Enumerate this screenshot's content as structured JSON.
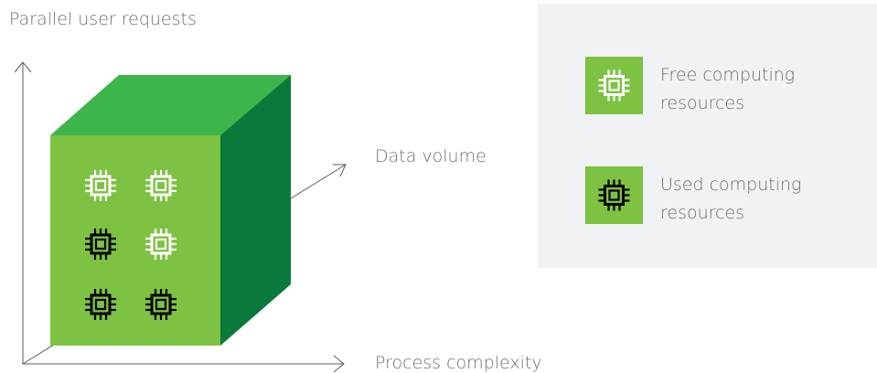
{
  "axes": {
    "y_label": "Parallel user requests",
    "z_label": "Data volume",
    "x_label": "Process complexity"
  },
  "cube": {
    "colors": {
      "front": "#7dc242",
      "top": "#3cb54a",
      "side": "#0a7a3a"
    },
    "chips": [
      {
        "state": "free",
        "icon": "chip-free-icon"
      },
      {
        "state": "free",
        "icon": "chip-free-icon"
      },
      {
        "state": "used",
        "icon": "chip-used-icon"
      },
      {
        "state": "free",
        "icon": "chip-free-icon"
      },
      {
        "state": "used",
        "icon": "chip-used-icon"
      },
      {
        "state": "used",
        "icon": "chip-used-icon"
      }
    ]
  },
  "legend": {
    "free": {
      "label": "Free computing resources",
      "icon": "chip-free-icon",
      "color": "#ffffff"
    },
    "used": {
      "label": "Used computing resources",
      "icon": "chip-used-icon",
      "color": "#000000"
    }
  }
}
